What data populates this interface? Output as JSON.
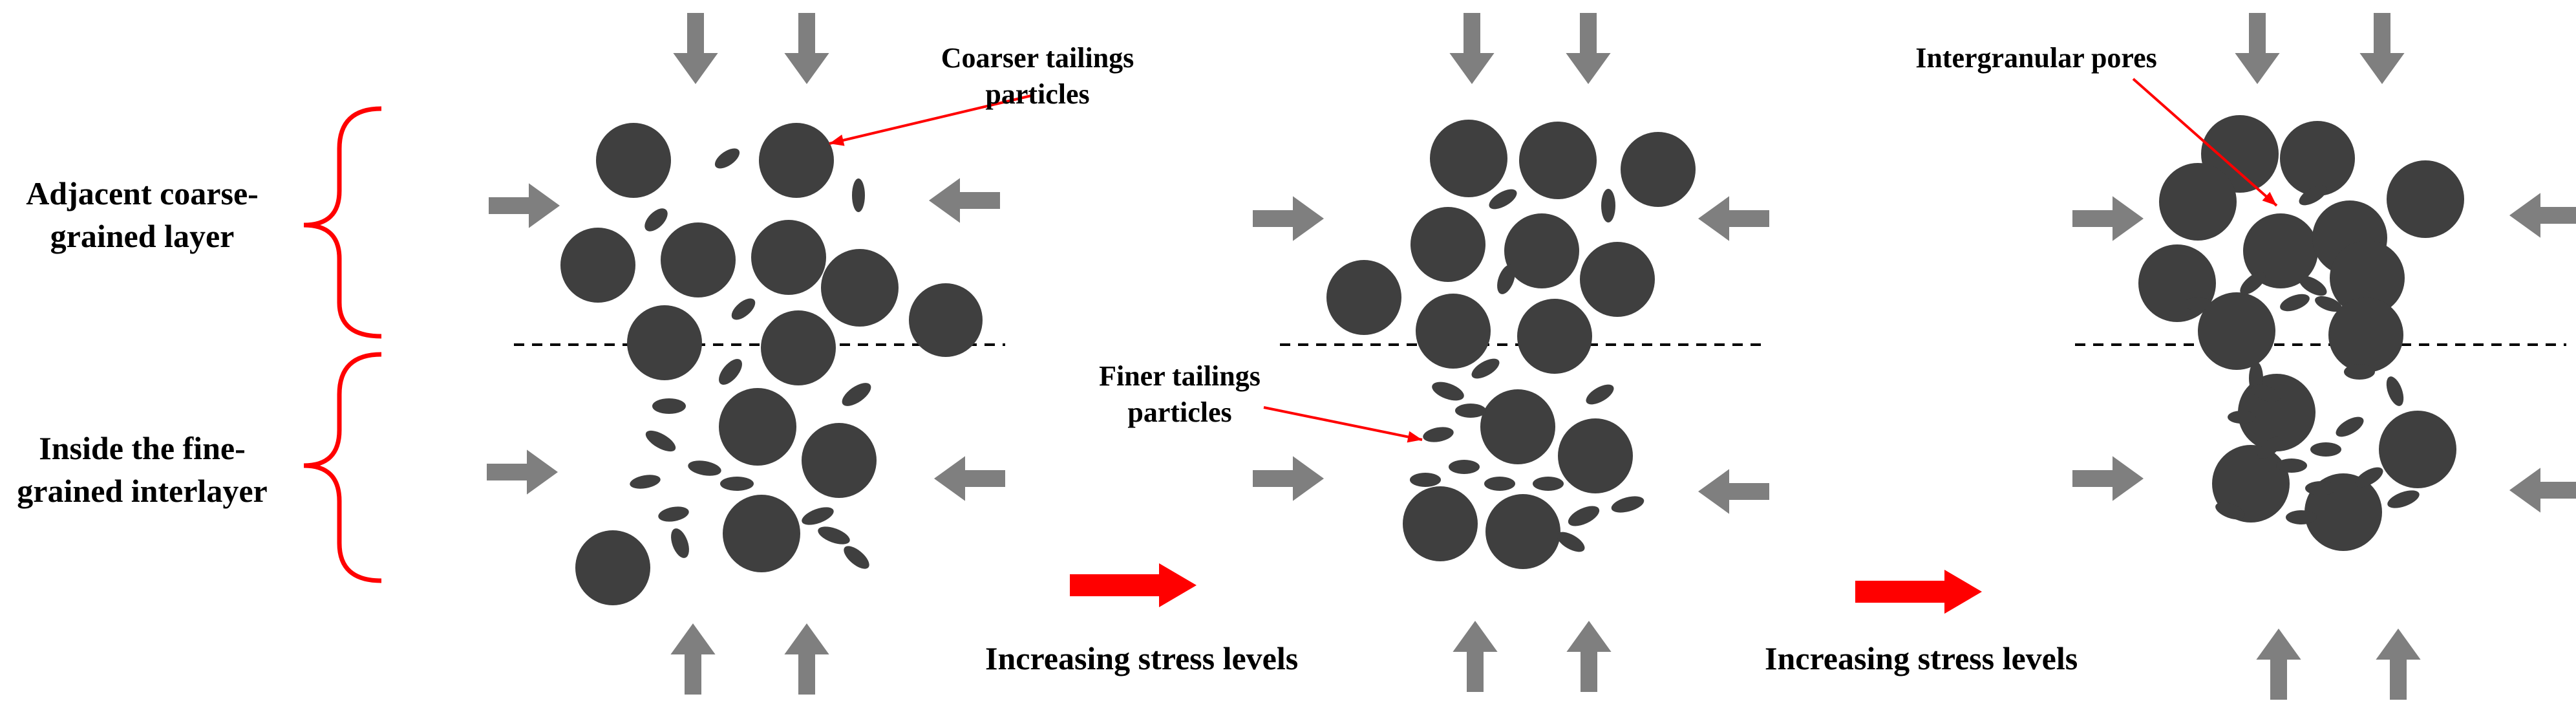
{
  "labels": {
    "coarse_layer_line1": "Adjacent coarse-",
    "coarse_layer_line2": "grained layer",
    "fine_layer_line1": "Inside the fine-",
    "fine_layer_line2": "grained interlayer",
    "coarser_particles_line1": "Coarser tailings",
    "coarser_particles_line2": "particles",
    "finer_particles_line1": "Finer tailings",
    "finer_particles_line2": "particles",
    "intergranular_pores": "Intergranular pores",
    "increasing_stress_1": "Increasing stress levels",
    "increasing_stress_2": "Increasing stress levels"
  },
  "colors": {
    "particle": "#3f3f3f",
    "load_arrow": "#7f7f7f",
    "progress_arrow": "#ff0000",
    "bracket": "#ff0000",
    "leader_line": "#ff0000",
    "interface_line": "#000000"
  },
  "stages": [
    {
      "name": "initial",
      "description_icon": "particle-packing"
    },
    {
      "name": "intermediate-stress",
      "description_icon": "particle-packing"
    },
    {
      "name": "high-stress",
      "description_icon": "particle-packing"
    }
  ]
}
